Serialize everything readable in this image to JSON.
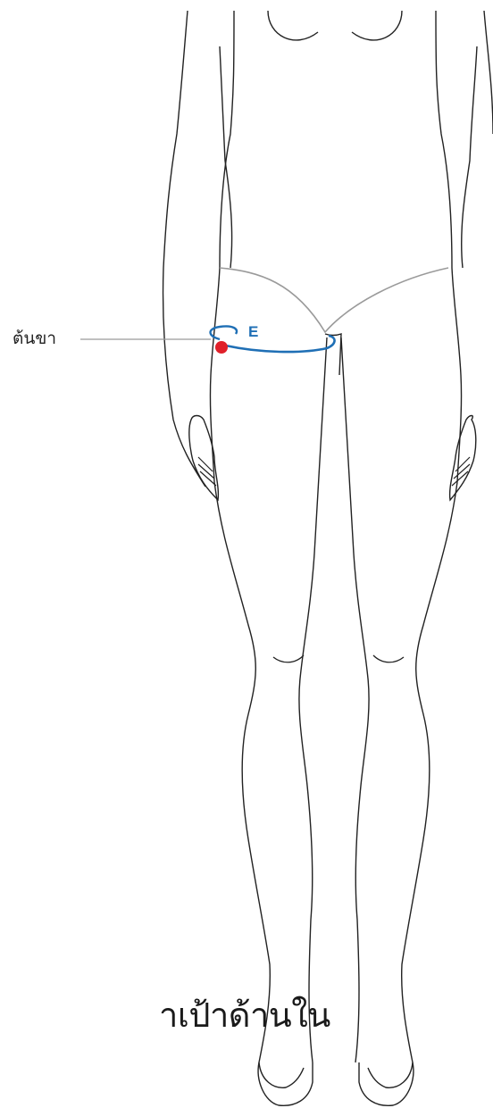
{
  "labels": {
    "thigh": "ต้นขา",
    "measurement_letter": "E",
    "bottom_caption": "าเป้าด้านใน"
  },
  "colors": {
    "accent": "#1f6fb5",
    "point": "#e0202a",
    "outline": "#222222",
    "hipline": "#9a9a9a",
    "leader": "#9a9a9a"
  },
  "icons": {
    "measure_point": "red-dot-icon"
  }
}
